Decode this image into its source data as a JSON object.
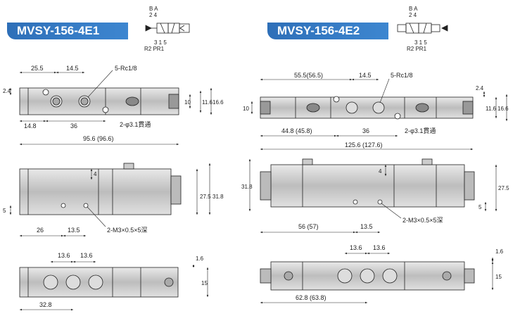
{
  "models": {
    "left": "MVSY-156-4E1",
    "right": "MVSY-156-4E2"
  },
  "symbol": {
    "top_ports": "B A",
    "top_numbers": "2 4",
    "bottom_numbers": "3 1 5",
    "bottom_ports": "R2 PR1"
  },
  "left": {
    "top_view": {
      "d1": "25.5",
      "d2": "14.5",
      "port_callout": "5-Rc1/8",
      "hole_callout": "2-φ3.1貫通",
      "d_left_small": "2.4",
      "d_10": "10",
      "d_11_6": "11.6",
      "d_16_6": "16.6",
      "d_14_8": "14.8",
      "d_36": "36",
      "overall": "95.6 (96.6)"
    },
    "side_view": {
      "d_4": "4",
      "d_27_5": "27.5",
      "d_31_8": "31.8",
      "d_5": "5",
      "d_26": "26",
      "d_13_5": "13.5",
      "thread_callout": "2-M3×0.5×5深"
    },
    "bottom_view": {
      "d_13_6a": "13.6",
      "d_13_6b": "13.6",
      "d_1_6": "1.6",
      "d_15": "15",
      "d_32_8": "32.8"
    }
  },
  "right": {
    "top_view": {
      "d1": "55.5(56.5)",
      "d2": "14.5",
      "port_callout": "5-Rc1/8",
      "hole_callout": "2-φ3.1貫通",
      "d_2_4": "2.4",
      "d_10": "10",
      "d_11_6": "11.6",
      "d_16_6": "16.6",
      "d_44_8": "44.8 (45.8)",
      "d_36": "36",
      "overall": "125.6 (127.6)"
    },
    "side_view": {
      "d_4": "4",
      "d_31_8": "31.8",
      "d_27_5": "27.5",
      "d_5": "5",
      "d_56": "56 (57)",
      "d_13_5": "13.5",
      "thread_callout": "2-M3×0.5×5深"
    },
    "bottom_view": {
      "d_13_6a": "13.6",
      "d_13_6b": "13.6",
      "d_1_6": "1.6",
      "d_15": "15",
      "d_62_8": "62.8 (63.8)"
    }
  }
}
